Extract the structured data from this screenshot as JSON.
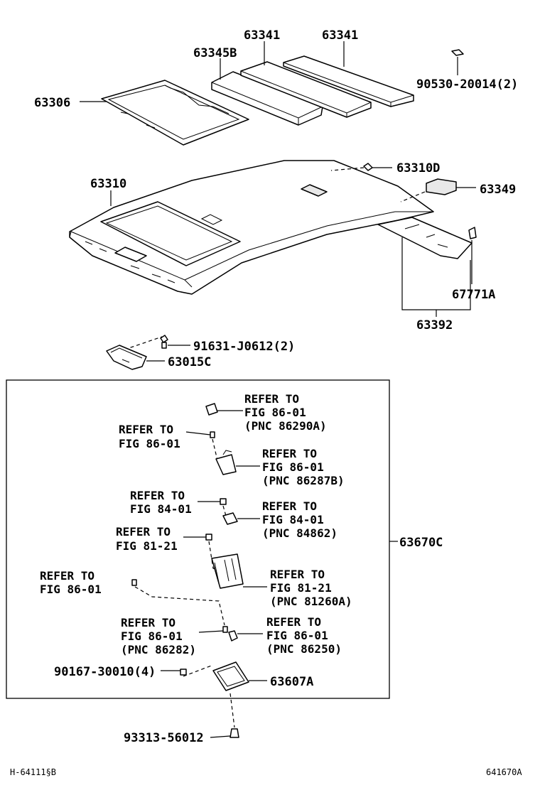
{
  "parts": {
    "p63341_a": "63341",
    "p63341_b": "63341",
    "p63345b": "63345B",
    "p90530": "90530-20014(2)",
    "p63306": "63306",
    "p63310d": "63310D",
    "p63310": "63310",
    "p63349": "63349",
    "p67771a": "67771A",
    "p63392": "63392",
    "p91631": "91631-J0612(2)",
    "p63015c": "63015C",
    "p63670c": "63670C",
    "p90167": "90167-30010(4)",
    "p63607a": "63607A",
    "p93313": "93313-56012"
  },
  "refs": {
    "r1": [
      "REFER TO",
      "FIG 86-01",
      "(PNC 86290A)"
    ],
    "r2": [
      "REFER TO",
      "FIG 86-01"
    ],
    "r3": [
      "REFER TO",
      "FIG 86-01",
      "(PNC 86287B)"
    ],
    "r4": [
      "REFER TO",
      "FIG 84-01"
    ],
    "r5": [
      "REFER TO",
      "FIG 84-01",
      "(PNC 84862)"
    ],
    "r6": [
      "REFER TO",
      "FIG 81-21"
    ],
    "r7": [
      "REFER TO",
      "FIG 81-21",
      "(PNC 81260A)"
    ],
    "r8": [
      "REFER TO",
      "FIG 86-01"
    ],
    "r9": [
      "REFER TO",
      "FIG 86-01",
      "(PNC 86282)"
    ],
    "r10": [
      "REFER TO",
      "FIG 86-01",
      "(PNC 86250)"
    ]
  },
  "footer": {
    "left_code": "H-64111§B",
    "right_code": "641670A"
  }
}
